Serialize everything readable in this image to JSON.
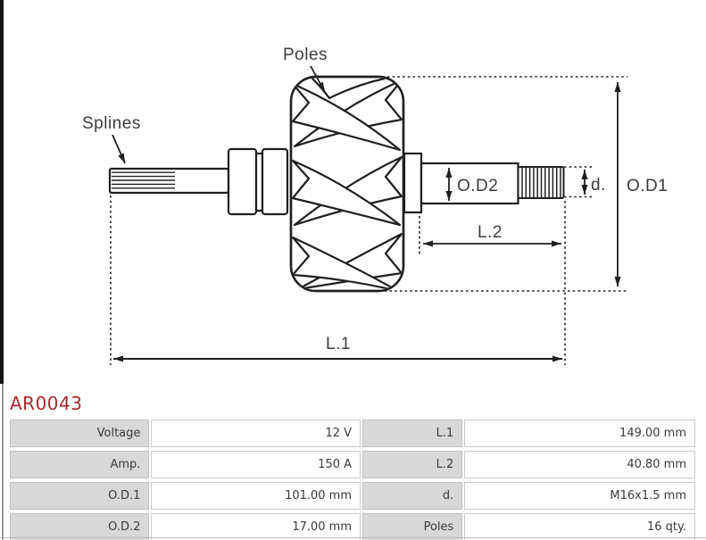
{
  "title": {
    "part_number": "AR0043"
  },
  "colors": {
    "accent_red": "#a8282d",
    "line_ink": "#1f1f1f",
    "table_label_bg": "#d8d8d8",
    "table_value_bg": "#ffffff",
    "text_gray": "#3a3a3a"
  },
  "diagram": {
    "callouts": {
      "poles": "Poles",
      "splines": "Splines"
    },
    "dimensions": {
      "od1": "O.D1",
      "od2": "O.D2",
      "d": "d.",
      "l1": "L.1",
      "l2": "L.2"
    }
  },
  "specs": {
    "rows": [
      {
        "pairs": [
          {
            "label": "Voltage",
            "value": "12 V"
          },
          {
            "label": "L.1",
            "value": "149.00 mm"
          }
        ]
      },
      {
        "pairs": [
          {
            "label": "Amp.",
            "value": "150 A"
          },
          {
            "label": "L.2",
            "value": "40.80 mm"
          }
        ]
      },
      {
        "pairs": [
          {
            "label": "O.D.1",
            "value": "101.00 mm"
          },
          {
            "label": "d.",
            "value": "M16x1.5 mm"
          }
        ]
      },
      {
        "pairs": [
          {
            "label": "O.D.2",
            "value": "17.00 mm"
          },
          {
            "label": "Poles",
            "value": "16 qty."
          }
        ]
      }
    ]
  }
}
